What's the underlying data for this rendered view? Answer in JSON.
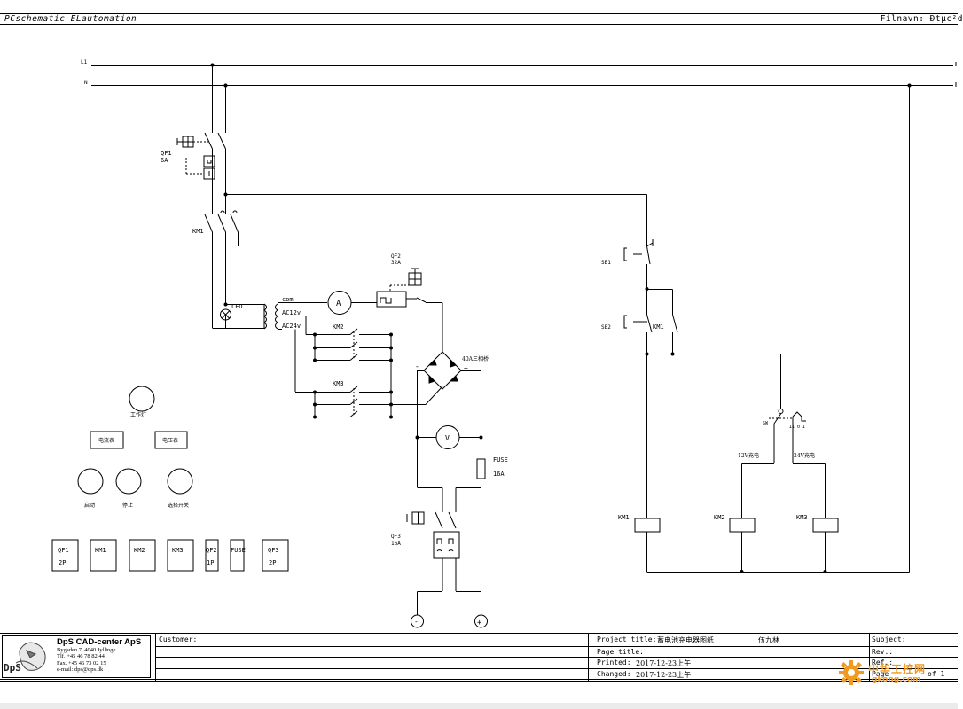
{
  "header": {
    "app_title": "PCschematic ELautomation",
    "file_name": "Filnavn: Đtµc²d"
  },
  "rails": {
    "l1": "L1",
    "n": "N"
  },
  "components": {
    "qf1": {
      "name": "QF1",
      "rating": "6A"
    },
    "km1_main": "KM1",
    "led": "LED",
    "transformer": {
      "com": "com",
      "ac12": "AC12v",
      "ac24": "AC24v"
    },
    "ammeter": "A",
    "voltmeter": "V",
    "qf2": {
      "name": "QF2",
      "rating": "32A"
    },
    "km2": "KM2",
    "km3": "KM3",
    "bridge": "40A三相桥",
    "bridge_minus": "-",
    "bridge_plus": "+",
    "fuse": {
      "name": "FUSE",
      "rating": "16A"
    },
    "qf3": {
      "name": "QF3",
      "rating": "16A"
    },
    "terminal_minus": "-",
    "terminal_plus": "+"
  },
  "control": {
    "sb1": "SB1",
    "sb2": "SB2",
    "km1_hold": "KM1",
    "sw": "SW",
    "sw_positions": "II 0 I",
    "charge12": "12V充电",
    "charge24": "24V充电",
    "coils": [
      "KM1",
      "KM2",
      "KM3"
    ]
  },
  "panel": {
    "work_lamp": "工作灯",
    "ammeter_label": "电流表",
    "voltmeter_label": "电压表",
    "start": "启动",
    "stop": "停止",
    "selector": "选择开关",
    "modules": [
      "QF1",
      "2P",
      "KM1",
      "KM2",
      "KM3",
      "QF2",
      "1P",
      "FUSE",
      "QF3",
      "2P"
    ]
  },
  "title_block": {
    "company_name": "DpS CAD-center ApS",
    "company_address": "Bygaden 7, 4040 Jyllinge",
    "company_tel": "Tlf. +45 46 78 82 44",
    "company_fax": "Fax. +45 46 73 02 15",
    "company_email": "e-mail: dps@dps.dk",
    "logo_text": "DpS",
    "customer_label": "Customer:",
    "project_title_label": "Project title:",
    "project_title": "蓄电池充电器图纸",
    "author": "伍九林",
    "page_title_label": "Page title:",
    "printed_label": "Printed:",
    "printed_value": "2017-12-23上午",
    "changed_label": "Changed:",
    "changed_value": "2017-12-23上午",
    "subject_label": "Subject:",
    "rev_label": "Rev.:",
    "ref_label": "Ref.:",
    "page_label": "Page",
    "page_of": "of 1"
  },
  "watermark": {
    "title": "中华工控网",
    "url": "gkong.com"
  },
  "colors": {
    "line": "#000000",
    "watermark": "#f19a1f",
    "footer": "#ebebeb"
  }
}
